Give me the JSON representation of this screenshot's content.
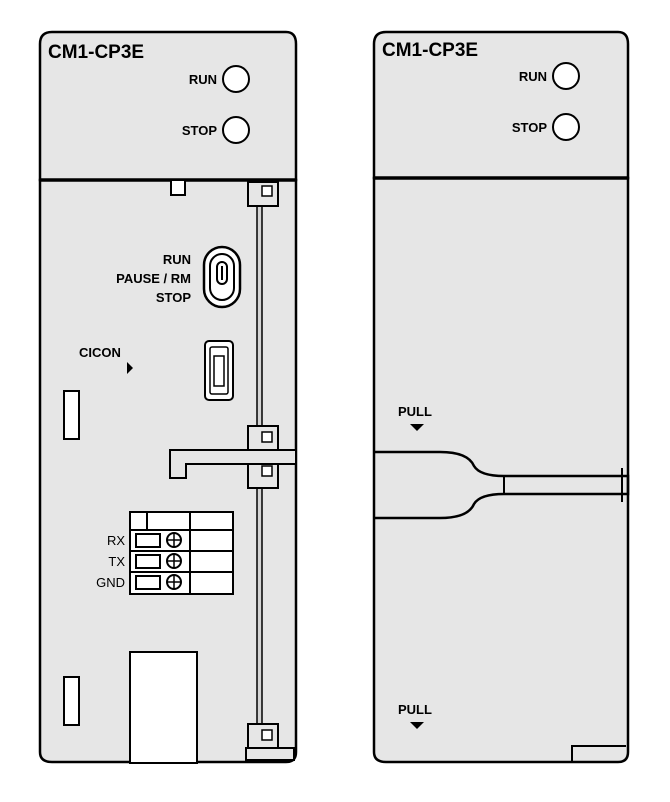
{
  "left_unit": {
    "model": "CM1-CP3E",
    "led_run": "RUN",
    "led_stop": "STOP",
    "switch_run": "RUN",
    "switch_pause": "PAUSE / RM",
    "switch_stop": "STOP",
    "cicon": "CICON",
    "terminal_rx": "RX",
    "terminal_tx": "TX",
    "terminal_gnd": "GND"
  },
  "right_unit": {
    "model": "CM1-CP3E",
    "led_run": "RUN",
    "led_stop": "STOP",
    "pull_top": "PULL",
    "pull_bottom": "PULL"
  },
  "colors": {
    "panel_fill": "#e6e6e6",
    "outline": "#000000",
    "background": "#ffffff"
  }
}
